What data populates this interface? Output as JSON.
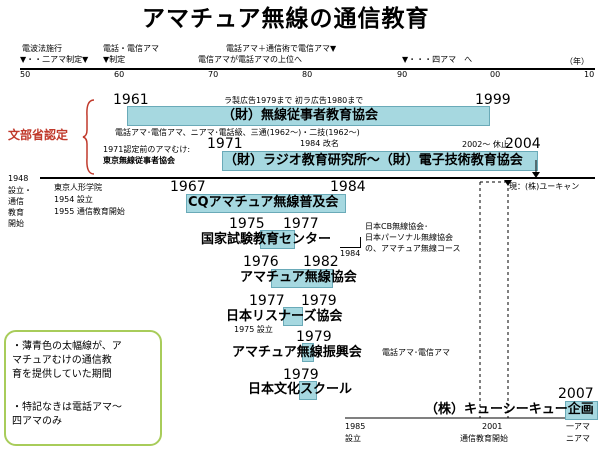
{
  "title": "アマチュア無線の通信教育",
  "axis": {
    "ticks": [
      "50",
      "60",
      "70",
      "80",
      "90",
      "00",
      "10"
    ],
    "unit": "（年）"
  },
  "top_events": {
    "e1": "電波法施行",
    "e2": "▼・・二アマ制定▼",
    "e3": "電話・電信アマ",
    "e4": "▼制定",
    "e5": "電話アマ＋通信術で電信アマ▼",
    "e6": "電信アマが電話アマの上位へ",
    "e7": "▼・・・四アマ　へ"
  },
  "mext": "文部省認定",
  "musen": {
    "y1": "1961",
    "y2": "1999",
    "name": "（財）無線従事者教育協会",
    "ad": "ラ製広告1979まで 初ラ広告1980まで",
    "sub": "電話アマ･電信アマ、ニアマ･電話級、三通(1962〜)・二技(1962〜)"
  },
  "radio": {
    "y1": "1971",
    "y2": "2004",
    "name": "（財）ラジオ教育研究所〜（財）電子技術教育協会",
    "note": "1984 改名",
    "halt": "2002〜 休止",
    "pre1": "1971認定前のアマむけ:",
    "pre2": "東京無線従事者協会"
  },
  "left_1948": {
    "year": "1948",
    "l1": "設立・",
    "l2": "通信",
    "l3": "教育",
    "l4": "開始",
    "a": "東京人形学院",
    "b": "1954 設立",
    "c": "1955 通信教育開始"
  },
  "current": "現：(株)ユーキャン",
  "cq": {
    "y1": "1967",
    "y2": "1984",
    "name": "CQアマチュア無線普及会"
  },
  "kokka": {
    "y1": "1975",
    "y2": "1977",
    "name": "国家試験教育センター",
    "n1": "日本CB無線協会･",
    "n2": "日本パーソナル無線協会",
    "n3": "の、アマチュア無線コース",
    "n4": "1984"
  },
  "amachua_kyokai": {
    "y1": "1976",
    "y2": "1982",
    "name": "アマチュア無線協会"
  },
  "listeners": {
    "y1": "1977",
    "y2": "1979",
    "name": "日本リスナーズ協会",
    "sub": "1975 設立"
  },
  "shinkokai": {
    "y1": "1979",
    "name": "アマチュア無線振興会",
    "note": "電話アマ･電信アマ"
  },
  "bunka": {
    "y1": "1979",
    "name": "日本文化スクール"
  },
  "qsq": {
    "y1": "2007",
    "name": "（株）キューシーキュー企画",
    "l1": "一アマ",
    "l2": "ニアマ",
    "b1": "1985",
    "b2": "設立",
    "c1": "2001",
    "c2": "通信教育開始"
  },
  "note": {
    "l1": "・薄青色の太幅線が、ア",
    "l2": "マチュアむけの通信教",
    "l3": "育を提供していた期間",
    "l4": "・特記なきは電話アマ〜",
    "l5": "四アマのみ"
  }
}
